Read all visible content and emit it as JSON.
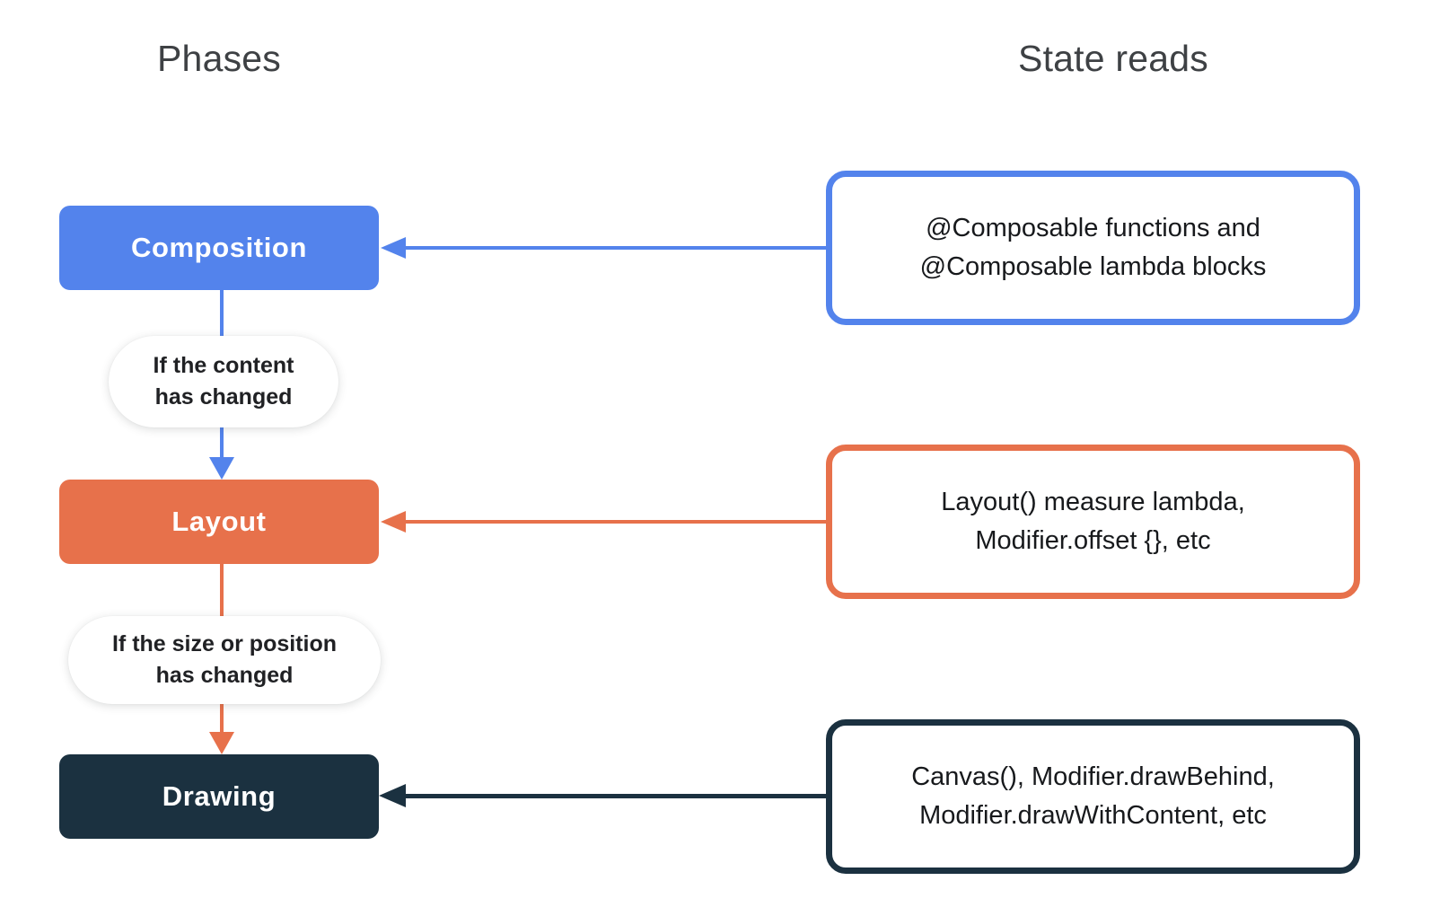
{
  "headings": {
    "phases": "Phases",
    "state_reads": "State reads"
  },
  "colors": {
    "blue": "#5383EC",
    "orange": "#E7714B",
    "navy": "#1B3140",
    "heading_text": "#3E4144",
    "body_text": "#17191C",
    "pill_bg": "#FFFFFF"
  },
  "phases": [
    {
      "label": "Composition"
    },
    {
      "label": "Layout"
    },
    {
      "label": "Drawing"
    }
  ],
  "state_reads": [
    {
      "text": "@Composable functions and\n@Composable lambda blocks"
    },
    {
      "text": "Layout() measure lambda,\nModifier.offset {}, etc"
    },
    {
      "text": "Canvas(), Modifier.drawBehind,\nModifier.drawWithContent, etc"
    }
  ],
  "conditions": [
    {
      "text": "If the content\nhas changed"
    },
    {
      "text": "If the size or position\nhas changed"
    }
  ]
}
